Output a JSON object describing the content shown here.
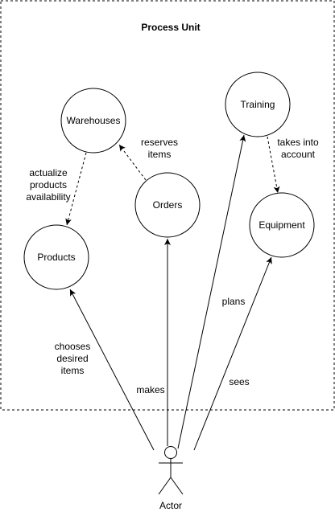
{
  "boundary": {
    "title": "Process Unit"
  },
  "nodes": {
    "warehouses": "Warehouses",
    "training": "Training",
    "orders": "Orders",
    "equipment": "Equipment",
    "products": "Products"
  },
  "actor": {
    "label": "Actor"
  },
  "edges": {
    "warehouses_products": "actualize\nproducts\navailability",
    "orders_warehouses": "reserves\nitems",
    "training_equipment": "takes into\naccount",
    "actor_products": "chooses\ndesired\nitems",
    "actor_orders": "makes",
    "actor_training": "plans",
    "actor_equipment": "sees"
  }
}
